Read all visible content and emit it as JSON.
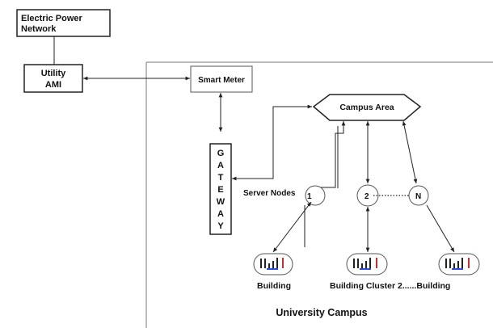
{
  "power_network": {
    "line1": "Electric Power",
    "line2": "Network"
  },
  "utility_ami": {
    "line1": "Utility",
    "line2": "AMI"
  },
  "smart_meter": {
    "label": "Smart Meter"
  },
  "campus_area": {
    "label": "Campus Area"
  },
  "gateway": {
    "letters": [
      "G",
      "A",
      "T",
      "E",
      "W",
      "A",
      "Y"
    ]
  },
  "server_nodes": {
    "label": "Server Nodes"
  },
  "nodes": {
    "n1": "1",
    "n2": "2",
    "nN": "N"
  },
  "buildings": {
    "left_label": "Building",
    "middle_label": "Building Cluster 2",
    "dots": "......",
    "right_label": "Building"
  },
  "campus_title": "University Campus",
  "colors": {
    "stroke": "#222222",
    "bar_blue": "#2b4fd8",
    "bar_red": "#d22a2a"
  }
}
